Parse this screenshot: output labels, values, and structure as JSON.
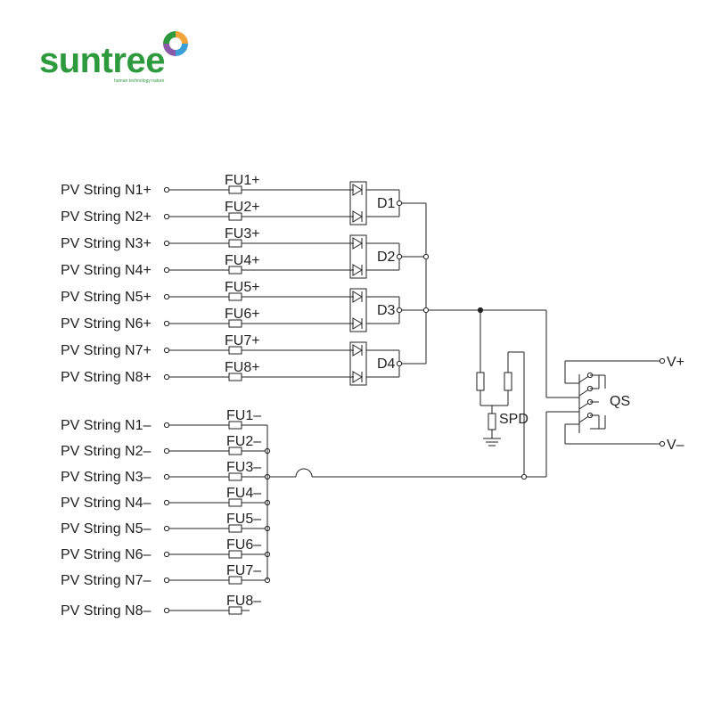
{
  "logo": {
    "brand": "suntree",
    "tagline": "human technology nature",
    "colors": {
      "green": "#2e9a3e",
      "orange": "#f0a43a",
      "blue": "#3aa0d8",
      "purple": "#8a5aa8"
    }
  },
  "schematic": {
    "positive_inputs": [
      "PV String N1+",
      "PV String N2+",
      "PV String N3+",
      "PV String N4+",
      "PV String N5+",
      "PV String N6+",
      "PV String N7+",
      "PV String N8+"
    ],
    "positive_fuses": [
      "FU1+",
      "FU2+",
      "FU3+",
      "FU4+",
      "FU5+",
      "FU6+",
      "FU7+",
      "FU8+"
    ],
    "diodes": [
      "D1",
      "D2",
      "D3",
      "D4"
    ],
    "negative_inputs": [
      "PV String N1–",
      "PV String N2–",
      "PV String N3–",
      "PV String N4–",
      "PV String N5–",
      "PV String N6–",
      "PV String N7–",
      "PV String N8–"
    ],
    "negative_fuses": [
      "FU1–",
      "FU2–",
      "FU3–",
      "FU4–",
      "FU5–",
      "FU6–",
      "FU7–",
      "FU8–"
    ],
    "spd_label": "SPD",
    "switch_label": "QS",
    "output_positive": "V+",
    "output_negative": "V–"
  }
}
